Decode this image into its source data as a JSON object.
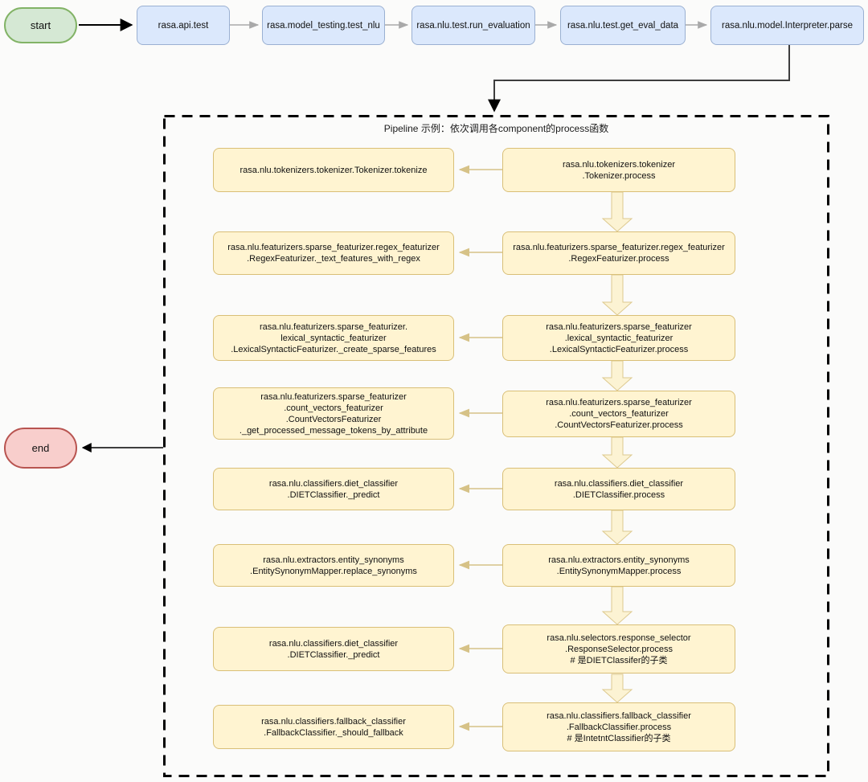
{
  "flow": {
    "start_label": "start",
    "end_label": "end",
    "top_nodes": [
      "rasa.api.test",
      "rasa.model_testing.test_nlu",
      "rasa.nlu.test.run_evaluation",
      "rasa.nlu.test.get_eval_data",
      "rasa.nlu.model.Interpreter.parse"
    ]
  },
  "pipeline": {
    "title": "Pipeline 示例：依次调用各component的process函数",
    "rows": [
      {
        "left": "rasa.nlu.tokenizers.tokenizer.Tokenizer.tokenize",
        "right": "rasa.nlu.tokenizers.tokenizer\n.Tokenizer.process"
      },
      {
        "left": "rasa.nlu.featurizers.sparse_featurizer.regex_featurizer\n.RegexFeaturizer._text_features_with_regex",
        "right": "rasa.nlu.featurizers.sparse_featurizer.regex_featurizer\n.RegexFeaturizer.process"
      },
      {
        "left": "rasa.nlu.featurizers.sparse_featurizer.\nlexical_syntactic_featurizer\n.LexicalSyntacticFeaturizer._create_sparse_features",
        "right": "rasa.nlu.featurizers.sparse_featurizer\n.lexical_syntactic_featurizer\n.LexicalSyntacticFeaturizer.process"
      },
      {
        "left": "rasa.nlu.featurizers.sparse_featurizer\n.count_vectors_featurizer\n.CountVectorsFeaturizer\n._get_processed_message_tokens_by_attribute",
        "right": "rasa.nlu.featurizers.sparse_featurizer\n.count_vectors_featurizer\n.CountVectorsFeaturizer.process"
      },
      {
        "left": "rasa.nlu.classifiers.diet_classifier\n.DIETClassifier._predict",
        "right": "rasa.nlu.classifiers.diet_classifier\n.DIETClassifier.process"
      },
      {
        "left": "rasa.nlu.extractors.entity_synonyms\n.EntitySynonymMapper.replace_synonyms",
        "right": "rasa.nlu.extractors.entity_synonyms\n.EntitySynonymMapper.process"
      },
      {
        "left": "rasa.nlu.classifiers.diet_classifier\n.DIETClassifier._predict",
        "right": "rasa.nlu.selectors.response_selector\n.ResponseSelector.process\n# 是DIETClassifer的子类"
      },
      {
        "left": "rasa.nlu.classifiers.fallback_classifier\n.FallbackClassifier._should_fallback",
        "right": "rasa.nlu.classifiers.fallback_classifier\n.FallbackClassifier.process\n# 是IntetntClassifier的子类"
      }
    ]
  },
  "colors": {
    "start_fill": "#d5e8d4",
    "start_border": "#82b366",
    "end_fill": "#f8cecc",
    "end_border": "#b85450",
    "step_fill": "#dbe8fc",
    "step_border": "#9ab0d2",
    "pipeline_fill": "#fff4d1",
    "pipeline_border": "#d9bf77",
    "block_arrow_fill": "#fcf3d3",
    "block_arrow_stroke": "#ddc98f",
    "thin_arrow": "#d6c287",
    "gray_connector": "#9e9e9e",
    "black_connector": "#000000"
  }
}
